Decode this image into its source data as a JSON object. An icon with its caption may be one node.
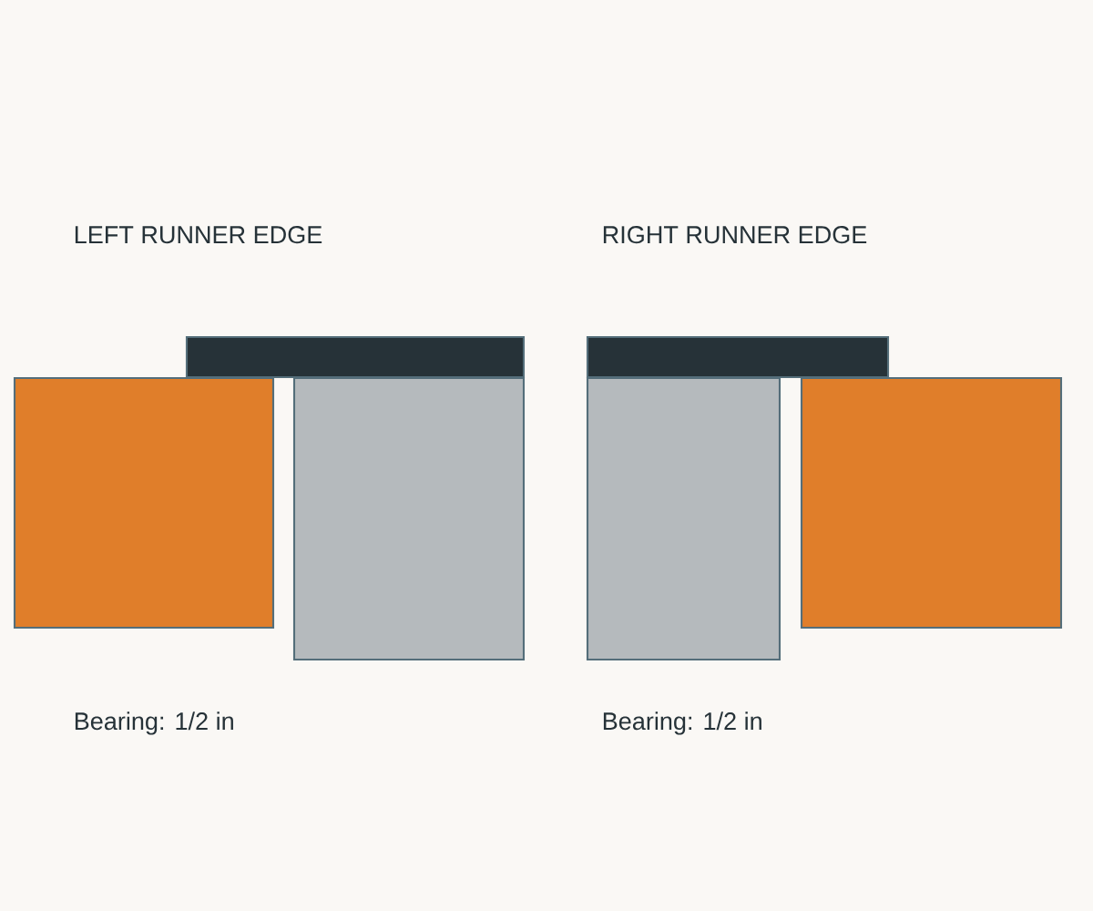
{
  "diagram": {
    "labels": [
      "LEFT RUNNER EDGE",
      "RIGHT RUNNER EDGE",
      "Bearing: 1/2 in",
      "Bearing: 1/2 in"
    ]
  }
}
